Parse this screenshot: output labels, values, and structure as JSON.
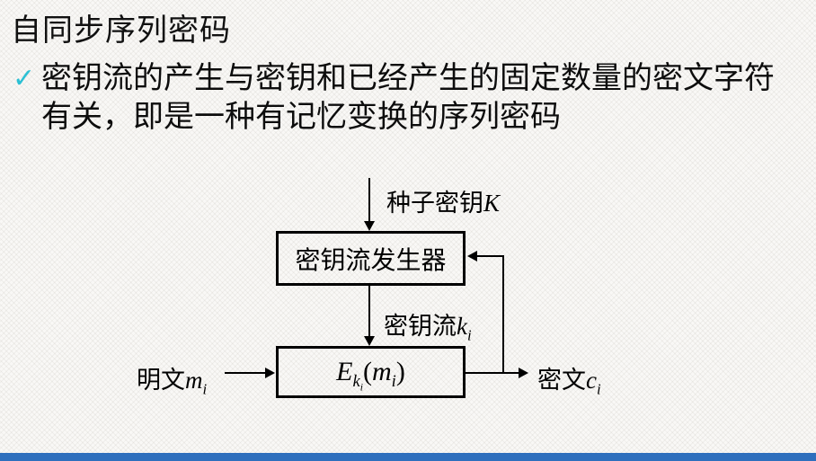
{
  "slide": {
    "title": "自同步序列密码",
    "bullet": {
      "marker": "✓",
      "text": "密钥流的产生与密钥和已经产生的固定数量的密文字符有关，即是一种有记忆变换的序列密码"
    }
  },
  "diagram": {
    "seed_key": {
      "label": "种子密钥",
      "variable": "K"
    },
    "keystream_generator": {
      "label": "密钥流发生器"
    },
    "keystream": {
      "label": "密钥流",
      "variable": "k",
      "subscript": "i"
    },
    "encryption": {
      "fn": "E",
      "key_var": "k",
      "key_sub": "i",
      "arg_open": "(",
      "arg_var": "m",
      "arg_sub": "i",
      "arg_close": ")"
    },
    "plaintext": {
      "label": "明文",
      "variable": "m",
      "subscript": "i"
    },
    "ciphertext": {
      "label": "密文",
      "variable": "c",
      "subscript": "i"
    }
  },
  "colors": {
    "check": "#2BC0D4",
    "bottom_bar": "#2E6FBD",
    "ink": "#000000"
  }
}
